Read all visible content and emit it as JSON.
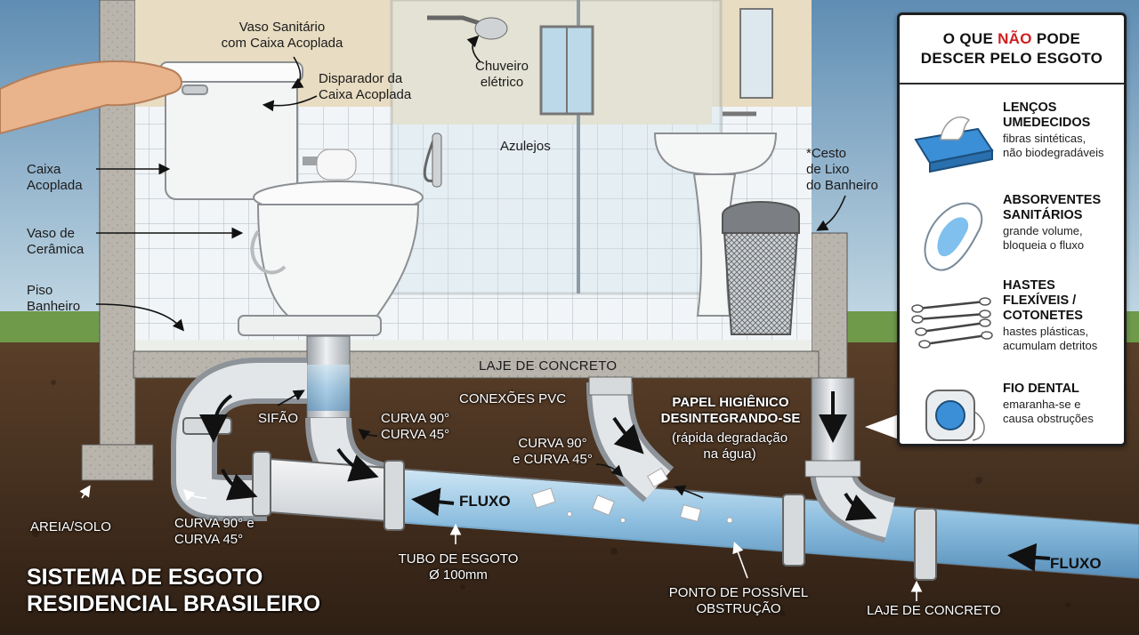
{
  "labels": {
    "vaso_caixa": "Vaso Sanitário\ncom Caixa Acoplada",
    "disparador": "Disparador da\nCaixa Acoplada",
    "chuveiro": "Chuveiro\nelétrico",
    "azulejos": "Azulejos",
    "cesto": "*Cesto\nde Lixo\ndo Banheiro",
    "caixa_acoplada": "Caixa\nAcoplada",
    "vaso_ceramica": "Vaso de\nCerâmica",
    "piso": "Piso\nBanheiro",
    "laje_top": "LAJE DE CONCRETO",
    "conexoes": "CONEXÕES PVC",
    "papel_title": "PAPEL HIGIÊNICO\nDESINTEGRANDO-SE",
    "papel_desc": "(rápida degradação\nna água)",
    "sifao": "SIFÃO",
    "curva1": "CURVA 90°\nCURVA 45°",
    "curva2": "CURVA 90°\ne CURVA 45°",
    "curva3": "CURVA 90° e\nCURVA 45°",
    "areia": "AREIA/SOLO",
    "tubo": "TUBO DE ESGOTO\nØ 100mm",
    "ponto": "PONTO DE POSSÍVEL\nOBSTRUÇÃO",
    "laje_bottom": "LAJE DE CONCRETO",
    "fluxo1": "FLUXO",
    "fluxo2": "FLUXO"
  },
  "title": "SISTEMA DE ESGOTO\nRESIDENCIAL BRASILEIRO",
  "panel": {
    "title_pre": "O QUE ",
    "title_red": "NÃO",
    "title_post": " PODE\nDESCER PELO ESGOTO",
    "items": [
      {
        "heading": "LENÇOS\nUMEDECIDOS",
        "desc": "fibras sintéticas,\nnão biodegradáveis",
        "icon": "wet-wipes-icon"
      },
      {
        "heading": "ABSORVENTES\nSANITÁRIOS",
        "desc": "grande volume,\nbloqueia o fluxo",
        "icon": "sanitary-pad-icon"
      },
      {
        "heading": "HASTES\nFLEXÍVEIS /\nCOTONETES",
        "desc": "hastes plásticas,\nacumulam detritos",
        "icon": "cotton-swab-icon"
      },
      {
        "heading": "FIO DENTAL",
        "desc": "emaranha-se e\ncausa obstruções",
        "icon": "dental-floss-icon"
      }
    ]
  },
  "colors": {
    "soil": "#3e2b1d",
    "sky": "#7fa6c4",
    "tile": "#eef2f5",
    "pipe": "#d9dcdf",
    "water": "#8fc3e6",
    "accent_red": "#d01f1f"
  }
}
